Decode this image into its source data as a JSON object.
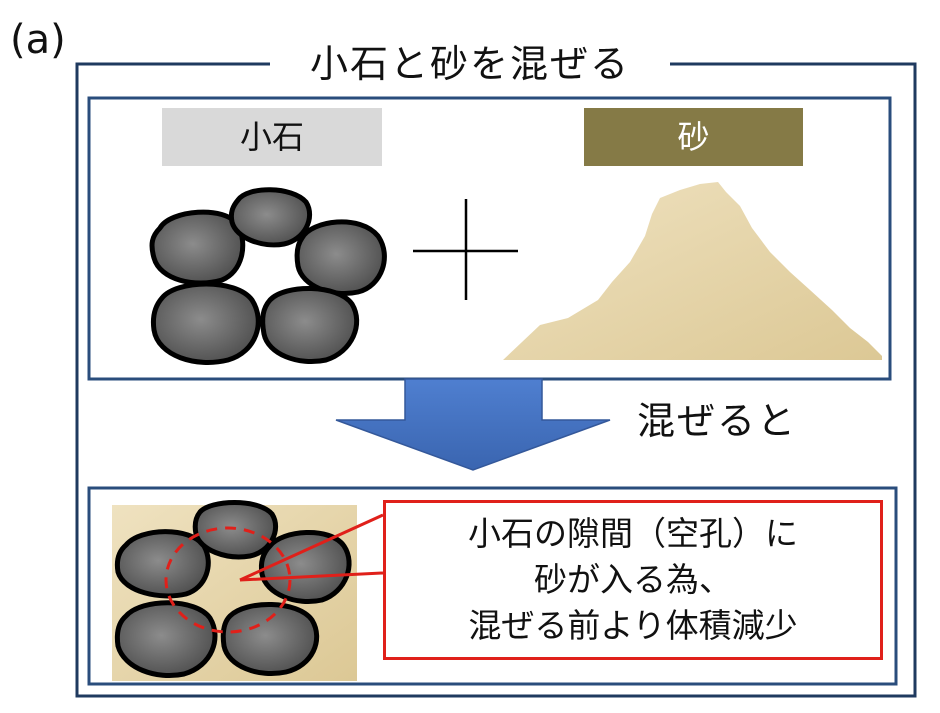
{
  "panel_label": "(a)",
  "title": "小石と砂を混ぜる",
  "pebble_badge": {
    "label": "小石",
    "color": "#d9d9d9"
  },
  "sand_badge": {
    "label": "砂",
    "color": "#857a46"
  },
  "mix_label": "混ぜると",
  "callout_lines": [
    "小石の隙間（空孔）に",
    "砂が入る為、",
    "混ぜる前より体積減少"
  ],
  "colors": {
    "frame": "#1f3a5f",
    "inner_border": "#2a4d7c",
    "arrow": "#4472c4",
    "callout": "#e0201a",
    "sand": "#e6d5ad",
    "pebble": "#5a5a5a"
  }
}
